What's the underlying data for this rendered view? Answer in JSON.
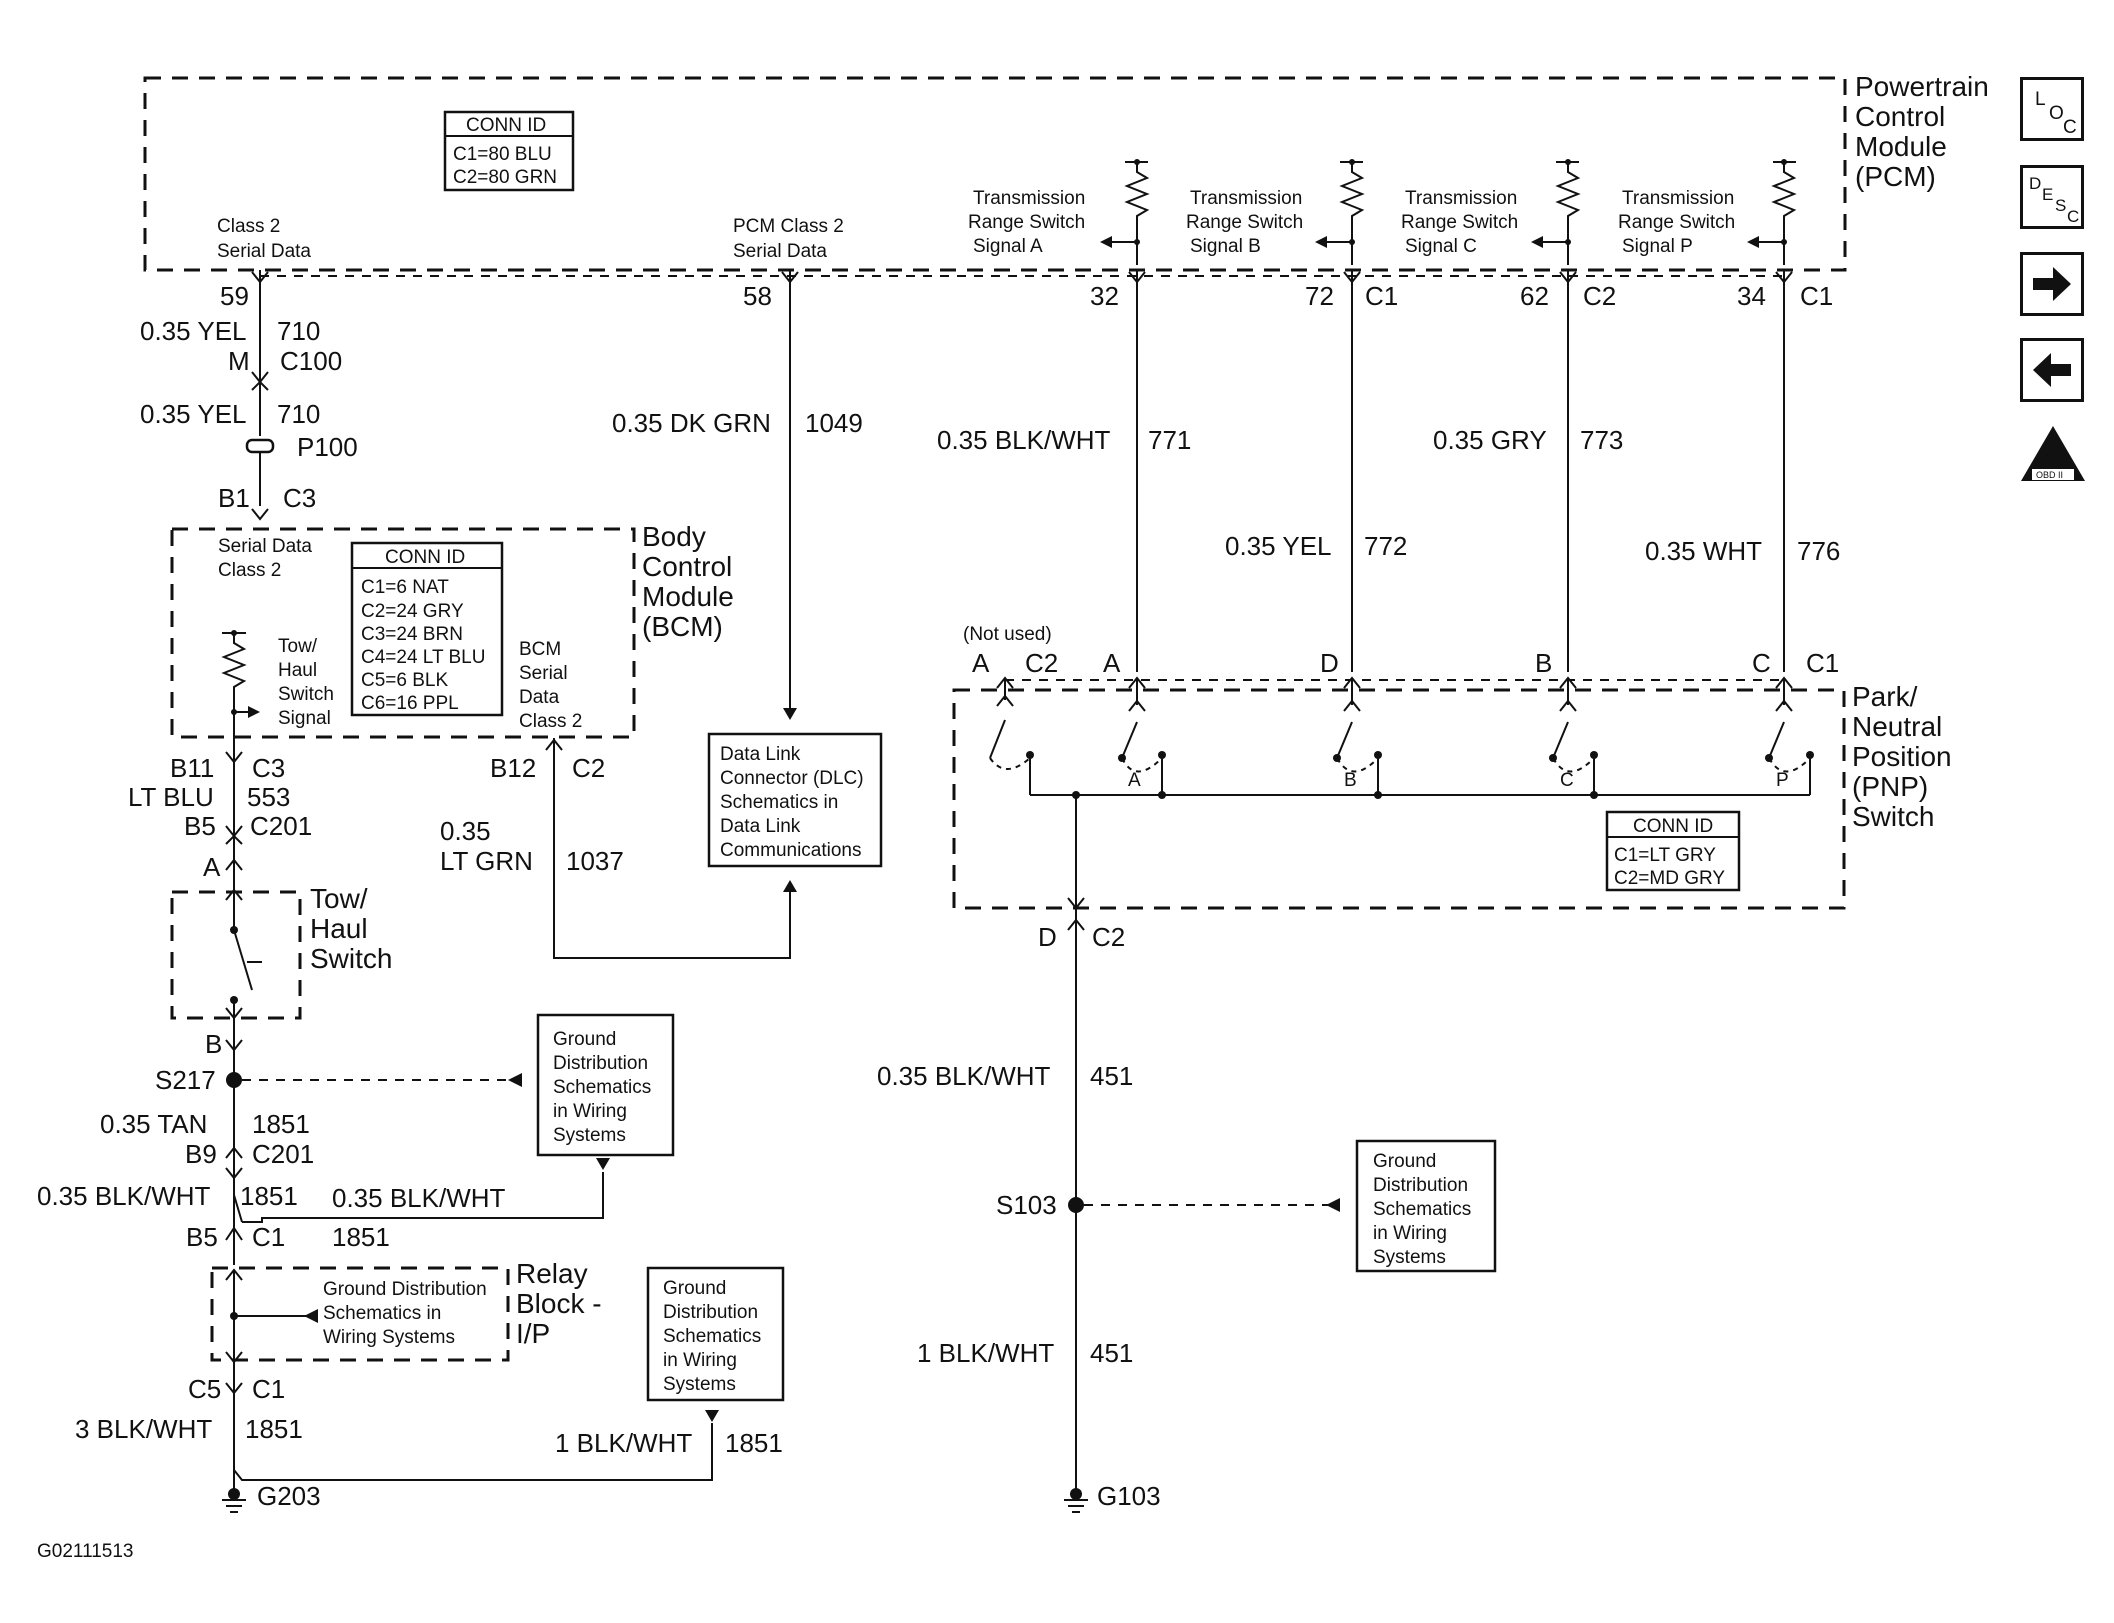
{
  "pcm": {
    "name_lines": [
      "Powertrain",
      "Control",
      "Module",
      "(PCM)"
    ],
    "conn_id": {
      "title": "CONN ID",
      "lines": [
        "C1=80 BLU",
        "C2=80 GRN"
      ]
    },
    "class2_label": [
      "Class 2",
      "Serial Data"
    ],
    "pcm_class2_label": [
      "PCM Class 2",
      "Serial Data"
    ],
    "trs_a": [
      "Transmission",
      "Range Switch",
      "Signal A"
    ],
    "trs_b": [
      "Transmission",
      "Range Switch",
      "Signal B"
    ],
    "trs_c": [
      "Transmission",
      "Range Switch",
      "Signal C"
    ],
    "trs_p": [
      "Transmission",
      "Range Switch",
      "Signal P"
    ],
    "pins": {
      "p59": "59",
      "p58": "58",
      "p32": "32",
      "p72": "72",
      "p62": "62",
      "p34": "34",
      "c1a": "C1",
      "c2": "C2",
      "c1b": "C1"
    }
  },
  "wires_left": {
    "w710a": "0.35 YEL",
    "c710a": "710",
    "m": "M",
    "c100": "C100",
    "w710b": "0.35 YEL",
    "c710b": "710",
    "p100": "P100",
    "b1": "B1",
    "c3a": "C3"
  },
  "bcm": {
    "name_lines": [
      "Body",
      "Control",
      "Module",
      "(BCM)"
    ],
    "serial_label": [
      "Serial Data",
      "Class 2"
    ],
    "conn_id": {
      "title": "CONN ID",
      "lines": [
        "C1=6 NAT",
        "C2=24 GRY",
        "C3=24 BRN",
        "C4=24 LT BLU",
        "C5=6 BLK",
        "C6=16 PPL"
      ]
    },
    "tow_signal": [
      "Tow/",
      "Haul",
      "Switch",
      "Signal"
    ],
    "bcm_serial": [
      "BCM",
      "Serial",
      "Data",
      "Class 2"
    ]
  },
  "lower_left": {
    "b11": "B11",
    "c3b": "C3",
    "w553": "LT BLU",
    "c553": "553",
    "b5a": "B5",
    "c201a": "C201",
    "a": "A",
    "tow_switch": [
      "Tow/",
      "Haul",
      "Switch"
    ],
    "b": "B",
    "s217": "S217",
    "w1851a": "0.35 TAN",
    "c1851a": "1851",
    "b9": "B9",
    "c201b": "C201",
    "w1851b": "0.35 BLK/WHT",
    "c1851b": "1851",
    "w1851c": "0.35 BLK/WHT",
    "c1851c": "1851",
    "b5b": "B5",
    "c1a": "C1",
    "relay_gd": [
      "Ground Distribution",
      "Schematics in",
      "Wiring Systems"
    ],
    "relay_block": [
      "Relay",
      "Block -",
      "I/P"
    ],
    "c5": "C5",
    "c1b": "C1",
    "w1851d": "3 BLK/WHT",
    "c1851d": "1851",
    "w1851e": "1 BLK/WHT",
    "c1851e": "1851",
    "g203": "G203",
    "gd1": [
      "Ground",
      "Distribution",
      "Schematics",
      "in Wiring",
      "Systems"
    ],
    "gd2": [
      "Ground",
      "Distribution",
      "Schematics",
      "in Wiring",
      "Systems"
    ]
  },
  "middle": {
    "w1049": "0.35 DK GRN",
    "c1049": "1049",
    "b12": "B12",
    "c2": "C2",
    "w1037a": "0.35",
    "w1037b": "LT GRN",
    "c1037": "1037",
    "dlc": [
      "Data Link",
      "Connector (DLC)",
      "Schematics in",
      "Data Link",
      "Communications"
    ]
  },
  "right": {
    "w771": "0.35 BLK/WHT",
    "c771": "771",
    "w773": "0.35 GRY",
    "c773": "773",
    "w772": "0.35 YEL",
    "c772": "772",
    "w776": "0.35 WHT",
    "c776": "776",
    "not_used": "(Not used)",
    "pa": "A",
    "pc2": "C2",
    "pA": "A",
    "pD": "D",
    "pB": "B",
    "pC": "C",
    "pc1": "C1",
    "sw_a": "A",
    "sw_b": "B",
    "sw_c": "C",
    "sw_p": "P",
    "pnp_name": [
      "Park/",
      "Neutral",
      "Position",
      "(PNP)",
      "Switch"
    ],
    "pnp_conn": {
      "title": "CONN ID",
      "lines": [
        "C1=LT GRY",
        "C2=MD GRY"
      ]
    },
    "d": "D",
    "c2b": "C2",
    "w451a": "0.35 BLK/WHT",
    "c451a": "451",
    "s103": "S103",
    "gd3": [
      "Ground",
      "Distribution",
      "Schematics",
      "in Wiring",
      "Systems"
    ],
    "w451b": "1 BLK/WHT",
    "c451b": "451",
    "g103": "G103"
  },
  "figure_id": "G02111513",
  "nav": {
    "loc_letters": [
      "L",
      "O",
      "C"
    ],
    "desc_letters": [
      "D",
      "E",
      "S",
      "C"
    ],
    "obd_roman": "II",
    "obd_text": "OBD II"
  }
}
